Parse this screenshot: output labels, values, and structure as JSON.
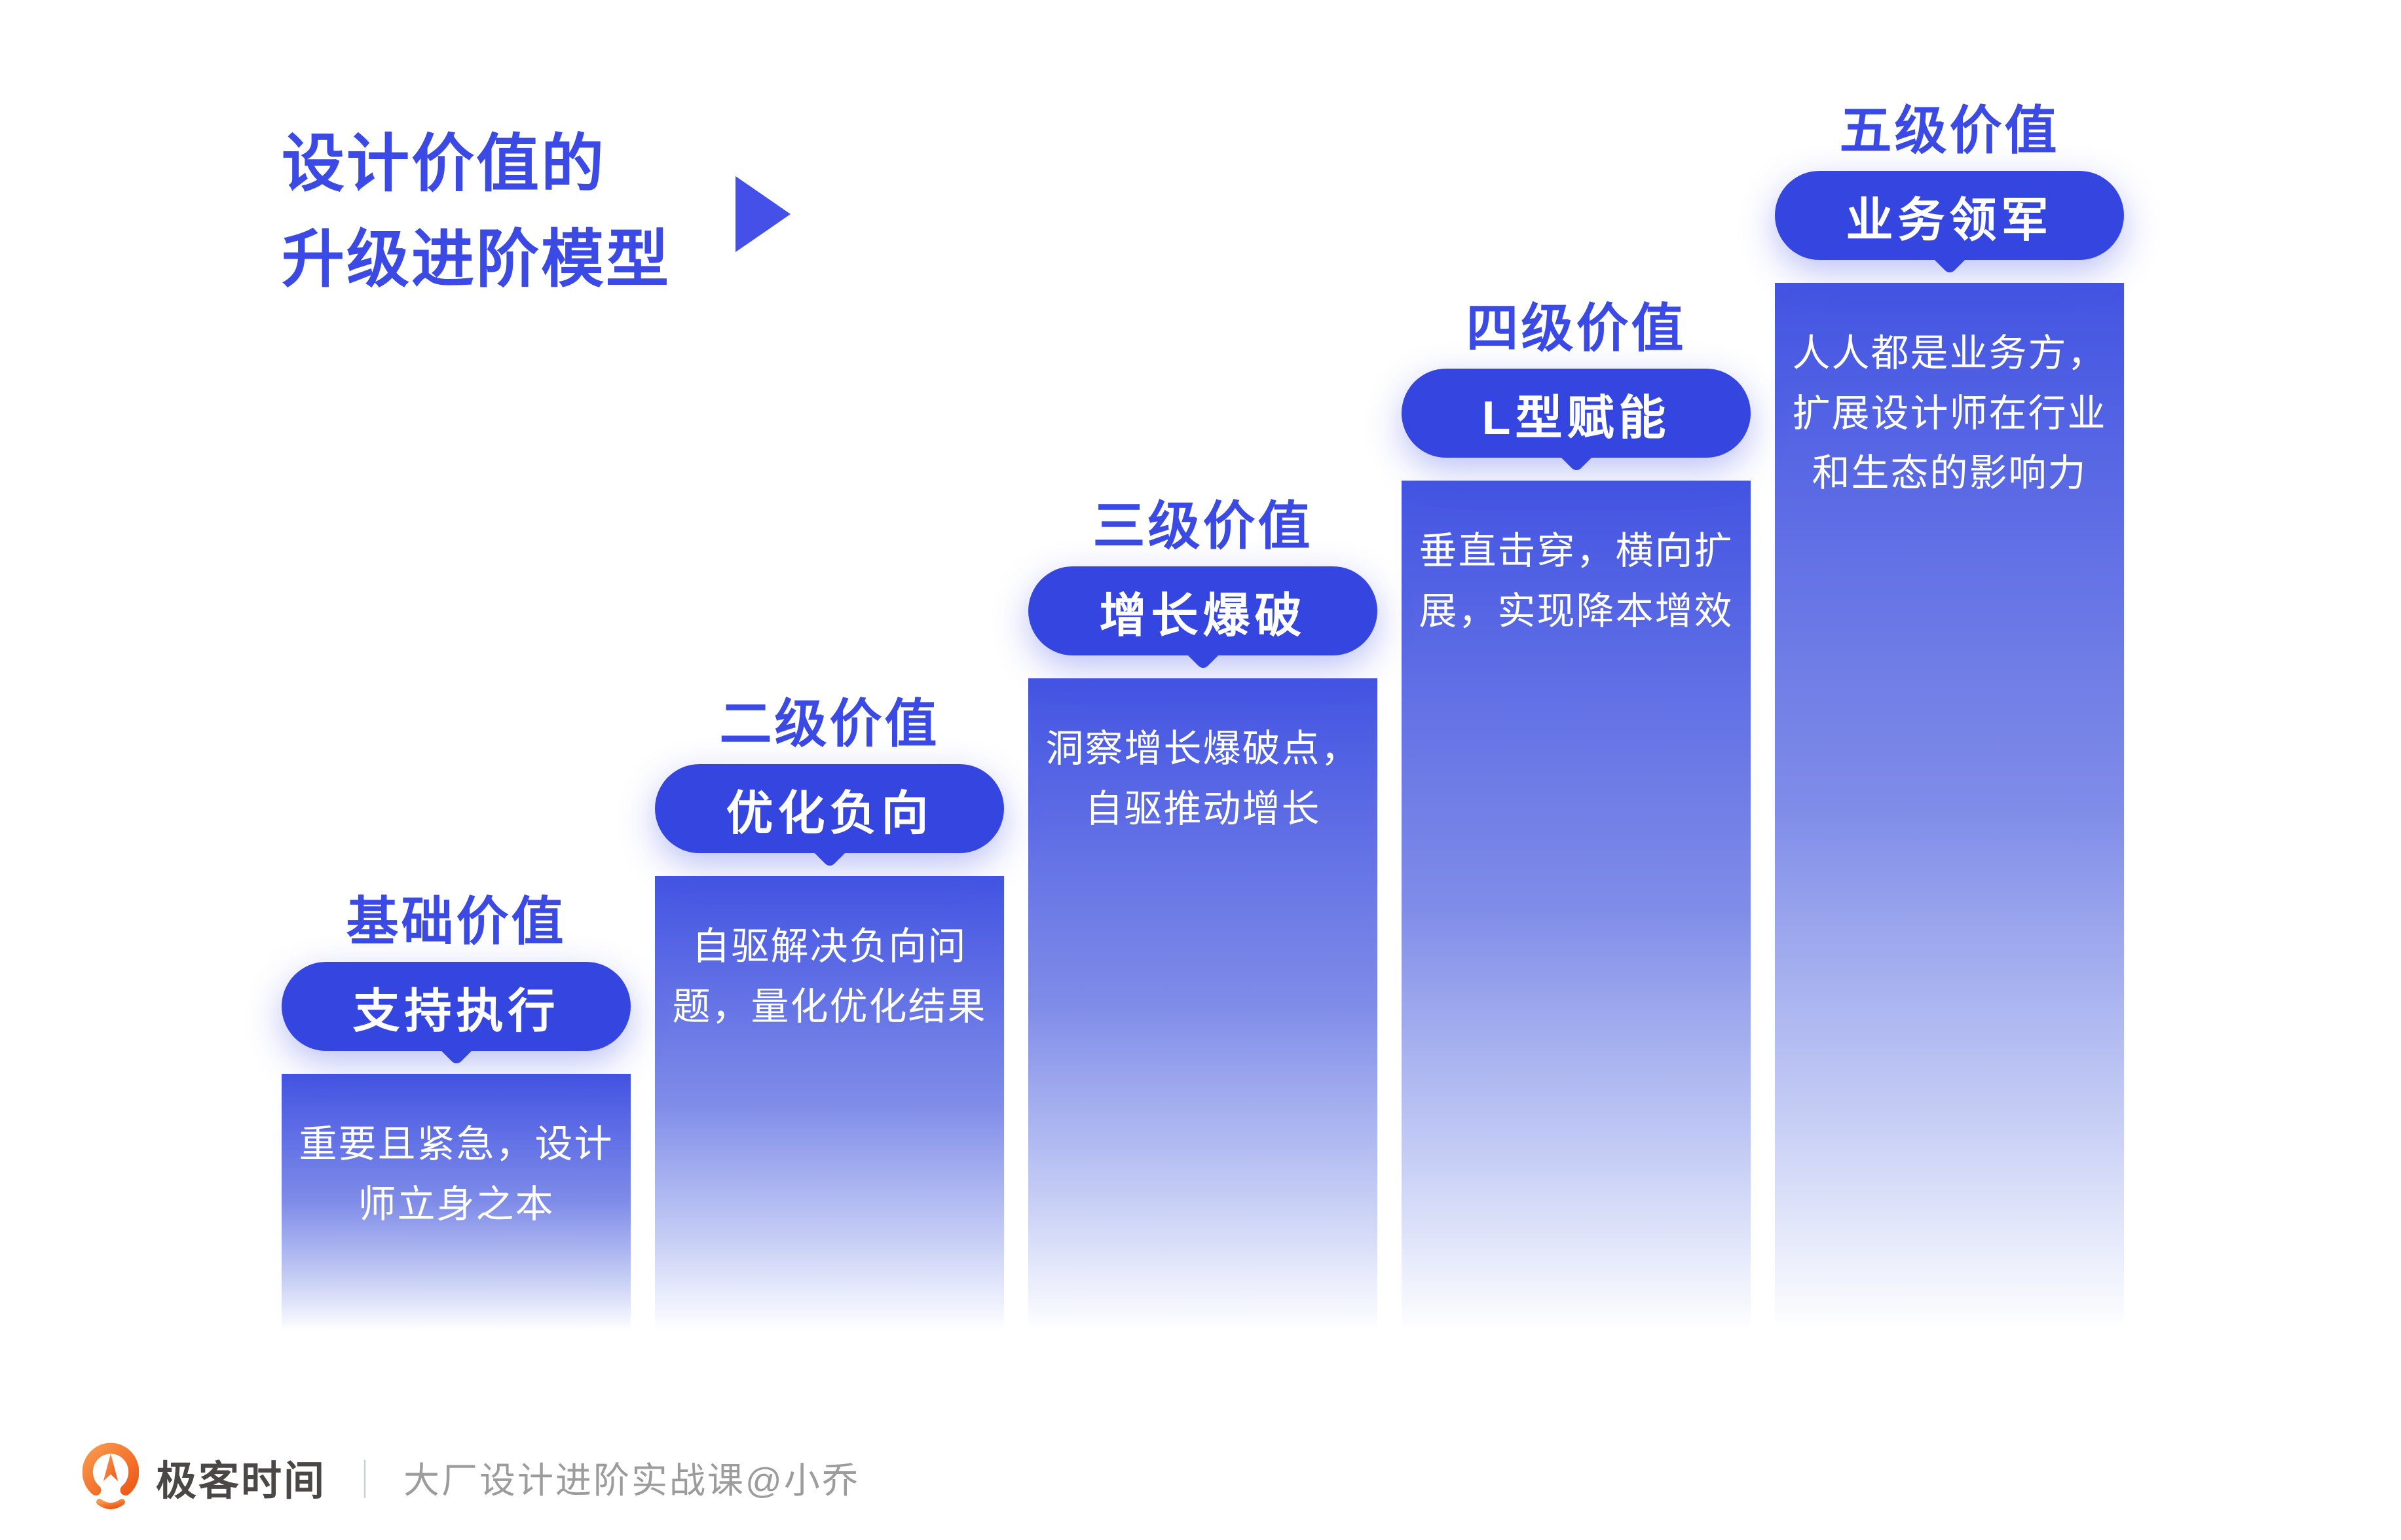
{
  "title": "设计价值的\n升级进阶模型",
  "colors": {
    "accent_text": "#3B4AE4",
    "pill_bg": "#3546E0",
    "bar_gradient_top": "#4354E2",
    "bar_gradient_bottom": "#FFFFFF",
    "logo_orange": "#EE5A18",
    "brand_text": "#4B4747",
    "course_text": "#9C9C9C"
  },
  "steps": [
    {
      "level": "基础价值",
      "pill": "支持执行",
      "desc": "重要且紧急，设计\n师立身之本"
    },
    {
      "level": "二级价值",
      "pill": "优化负向",
      "desc": "自驱解决负向问\n题，量化优化结果"
    },
    {
      "level": "三级价值",
      "pill": "增长爆破",
      "desc": "洞察增长爆破点，\n自驱推动增长"
    },
    {
      "level": "四级价值",
      "pill": "L型赋能",
      "desc": "垂直击穿，横向扩\n展，实现降本增效"
    },
    {
      "level": "五级价值",
      "pill": "业务领军",
      "desc": "人人都是业务方，\n扩展设计师在行业\n和生态的影响力"
    }
  ],
  "footer": {
    "brand": "极客时间",
    "divider": "｜",
    "course": "大厂设计进阶实战课@小乔"
  }
}
